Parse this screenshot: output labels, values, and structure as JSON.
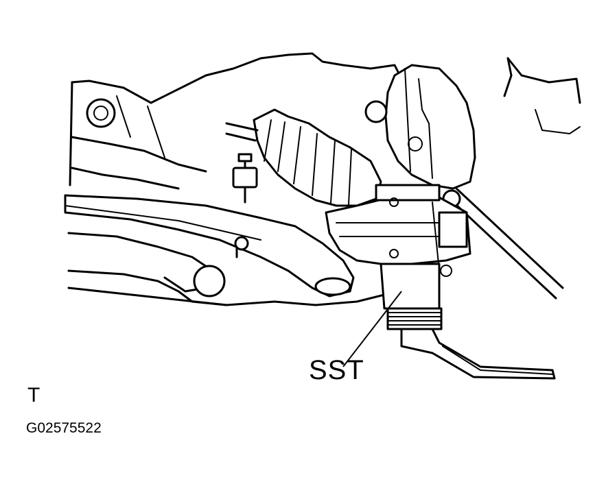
{
  "labels": {
    "tool": "SST",
    "view_code": "T",
    "figure_id": "G02575522"
  }
}
